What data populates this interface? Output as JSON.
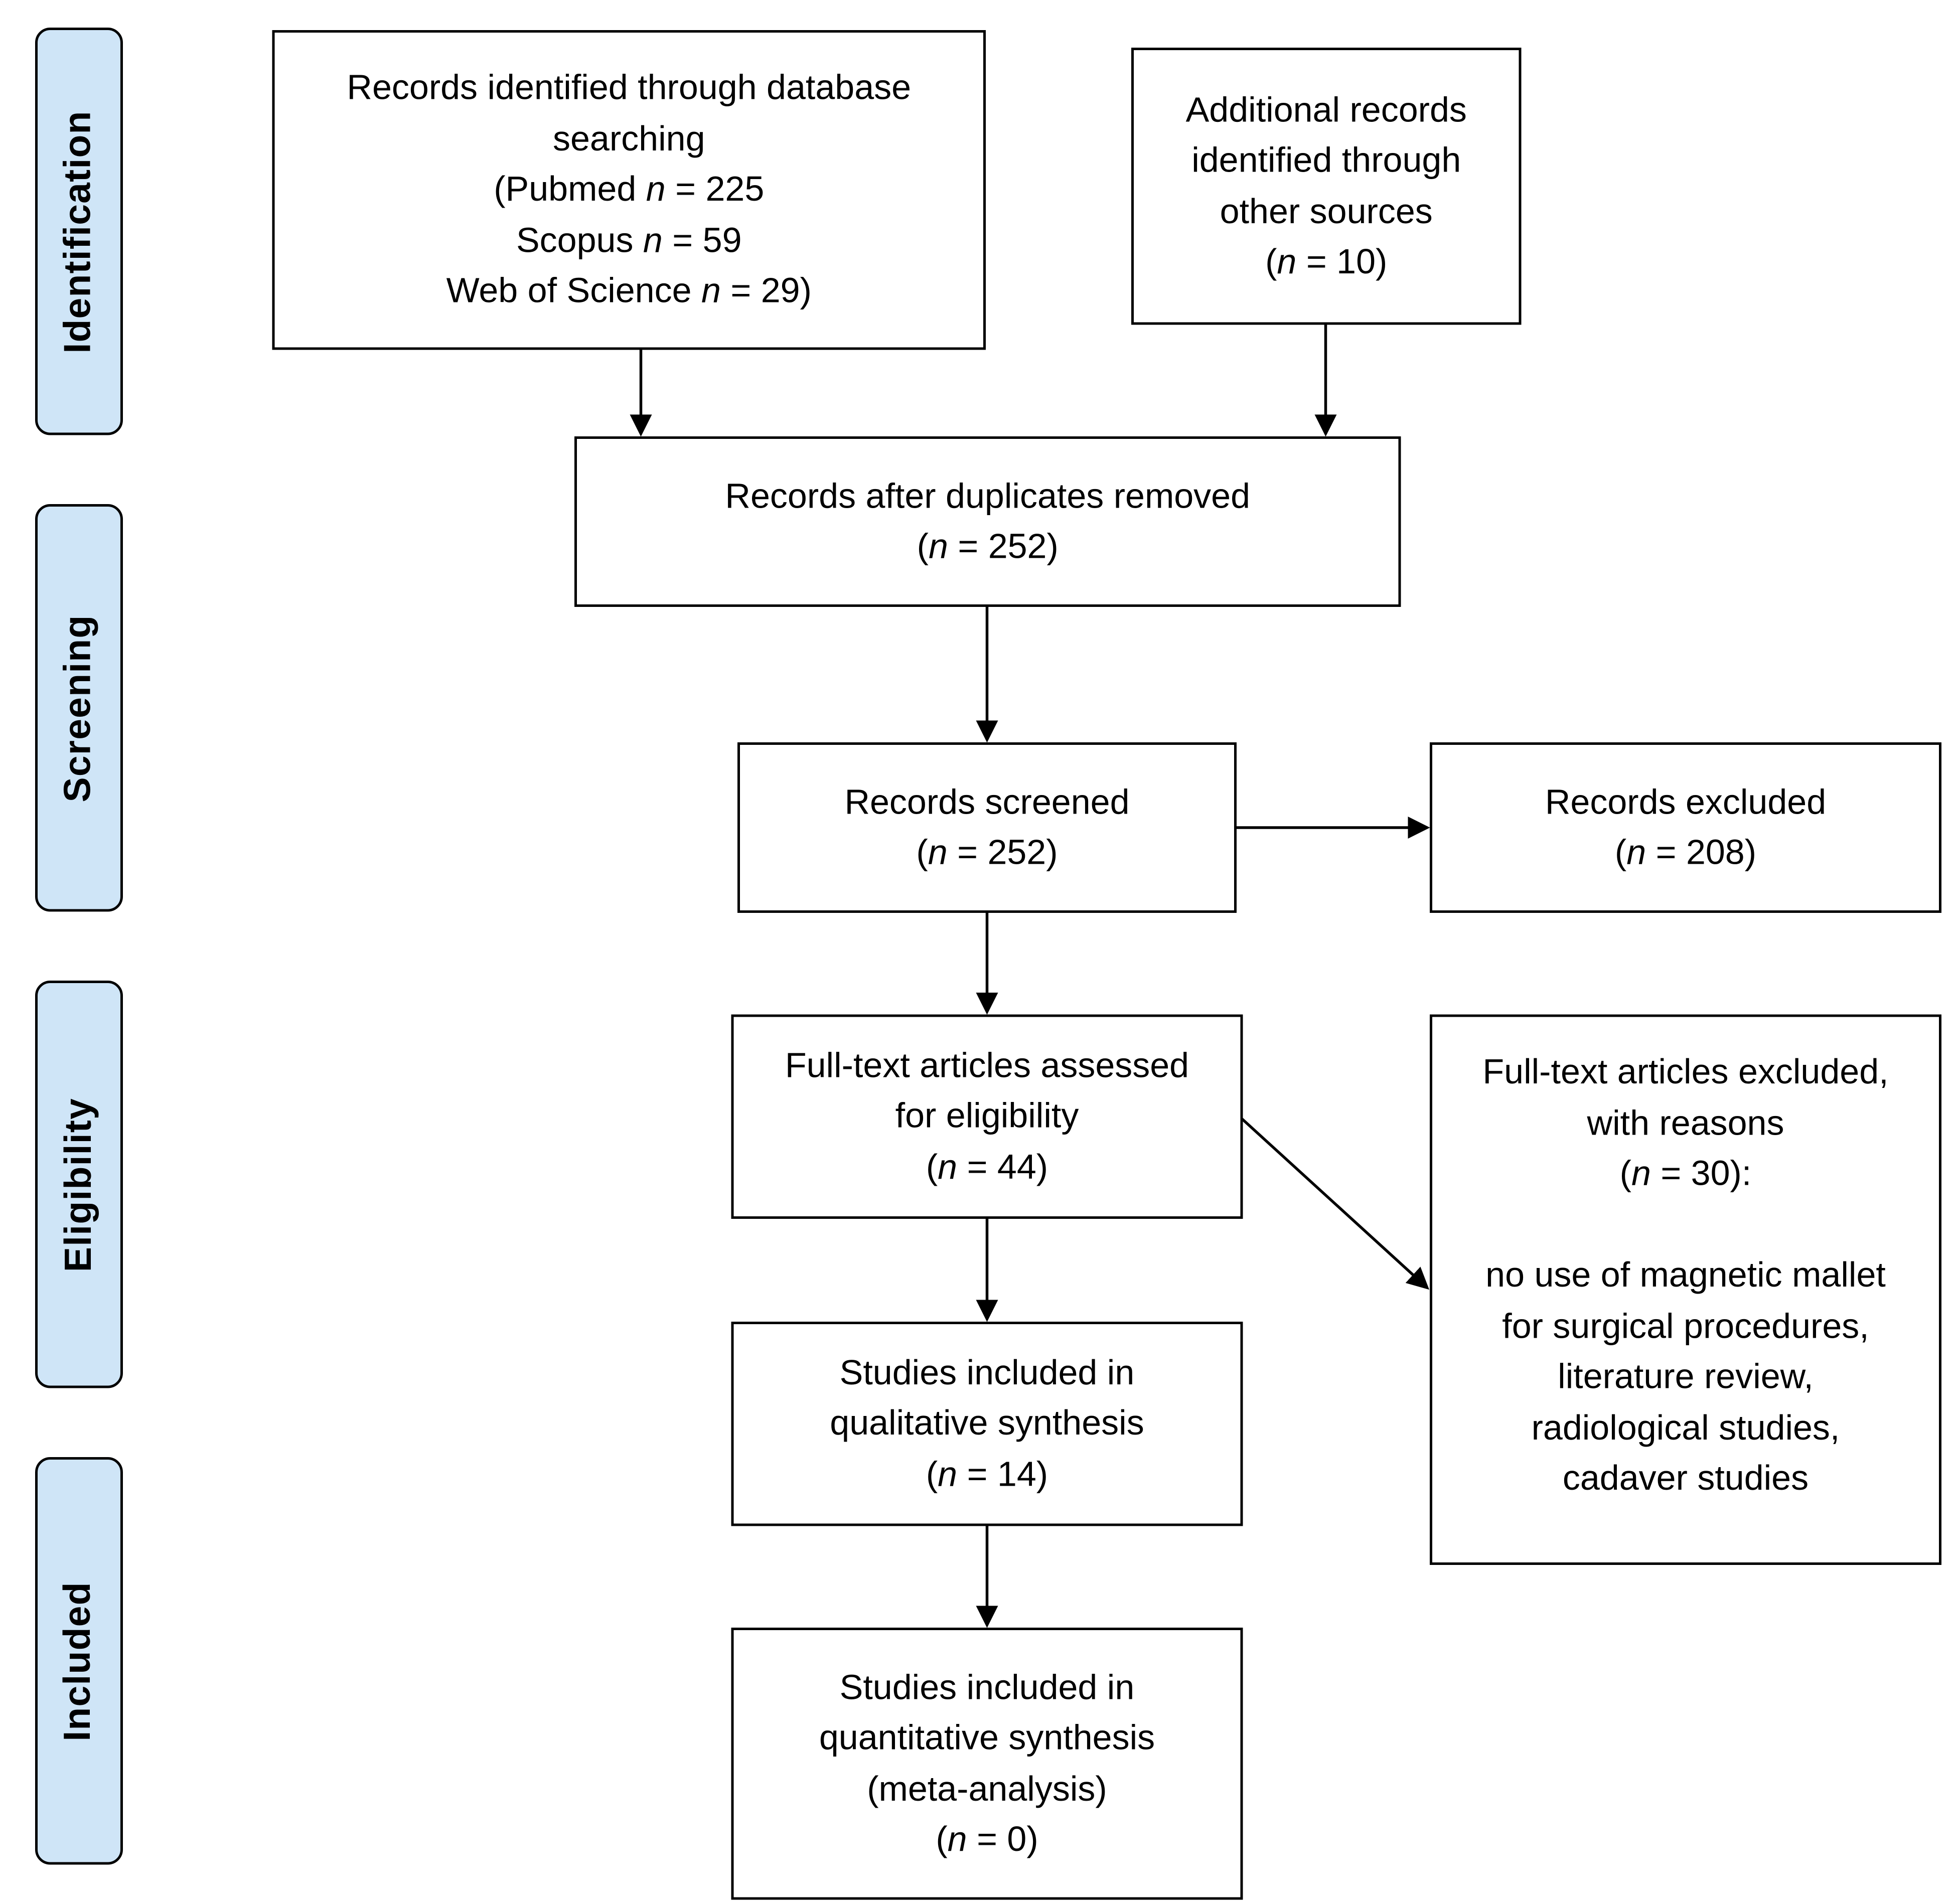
{
  "phases": [
    "Identification",
    "Screening",
    "Eligibility",
    "Included"
  ],
  "boxes": {
    "database_search": {
      "lines": [
        "Records identified through database",
        "searching"
      ],
      "pubmed_pre": "(Pubmed ",
      "pubmed_n": "n",
      "pubmed_post": " = 225",
      "scopus_pre": "Scopus ",
      "scopus_n": "n",
      "scopus_post": " = 59",
      "wos_pre": "Web of Science ",
      "wos_n": "n",
      "wos_post": " = 29)"
    },
    "other_sources": {
      "lines": [
        "Additional records",
        "identified through",
        "other sources"
      ],
      "count_pre": "(",
      "count_n": "n",
      "count_post": " = 10)"
    },
    "duplicates_removed": {
      "lines": [
        "Records after duplicates removed"
      ],
      "count_pre": "(",
      "count_n": "n",
      "count_post": " = 252)"
    },
    "screened": {
      "lines": [
        "Records screened"
      ],
      "count_pre": "(",
      "count_n": "n",
      "count_post": " = 252)"
    },
    "excluded": {
      "lines": [
        "Records excluded"
      ],
      "count_pre": "(",
      "count_n": "n",
      "count_post": " = 208)"
    },
    "full_text": {
      "lines": [
        "Full-text articles assessed",
        "for eligibility"
      ],
      "count_pre": "(",
      "count_n": "n",
      "count_post": " = 44)"
    },
    "full_text_excluded": {
      "lines": [
        "Full-text articles excluded,",
        "with reasons"
      ],
      "count_pre": "(",
      "count_n": "n",
      "count_post": " = 30):",
      "reasons": [
        "no use of magnetic mallet",
        "for surgical procedures,",
        "literature review,",
        "radiological studies,",
        "cadaver studies"
      ]
    },
    "qualitative": {
      "lines": [
        "Studies included in",
        "qualitative synthesis"
      ],
      "count_pre": "(",
      "count_n": "n",
      "count_post": " = 14)"
    },
    "quantitative": {
      "lines": [
        "Studies included in",
        "quantitative synthesis",
        "(meta-analysis)"
      ],
      "count_pre": "(",
      "count_n": "n",
      "count_post": " = 0)"
    }
  }
}
